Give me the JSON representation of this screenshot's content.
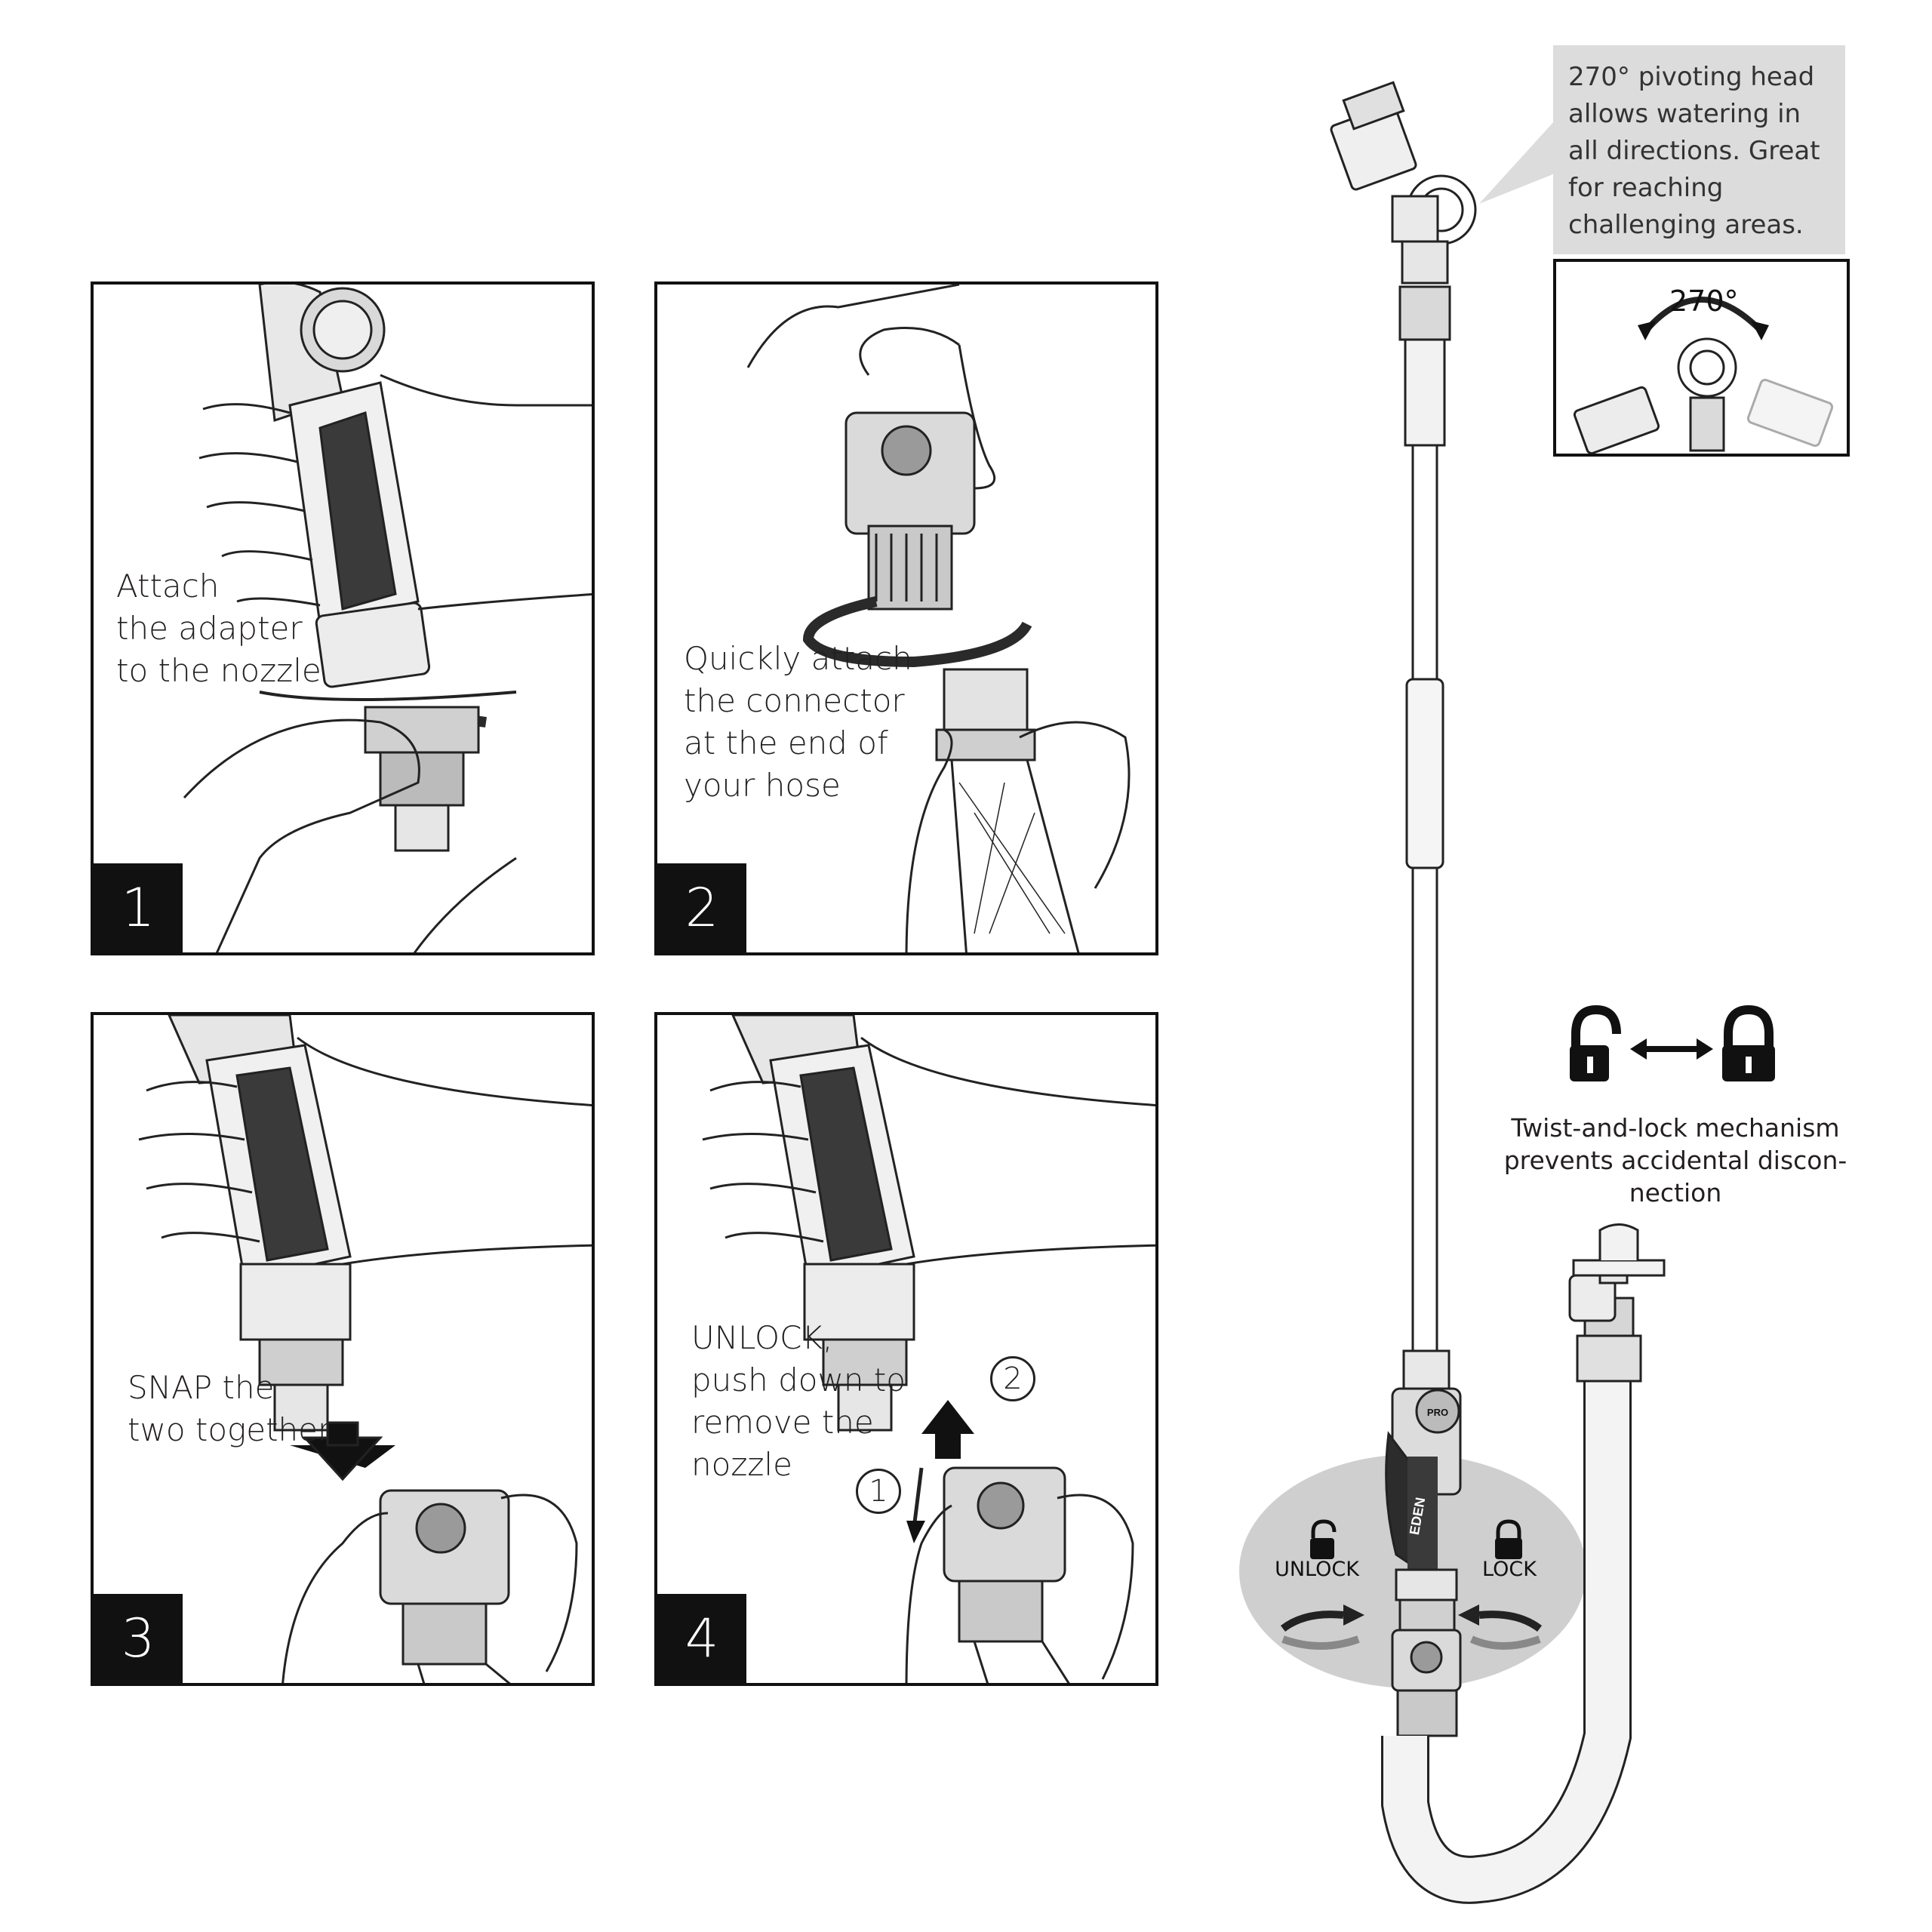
{
  "steps": [
    {
      "number": "1",
      "caption": "Attach\nthe adapter\nto the nozzle"
    },
    {
      "number": "2",
      "caption": "Quickly attach\nthe connector\nat the end of\nyour hose"
    },
    {
      "number": "3",
      "caption": "SNAP the\ntwo together"
    },
    {
      "number": "4",
      "caption": "UNLOCK,\npush down to\nremove the\nnozzle",
      "markers": [
        "1",
        "2"
      ]
    }
  ],
  "pivot_callout": {
    "text": "270° pivoting head allows watering in all directions. Great for reaching challenging areas.",
    "angle_label": "270°"
  },
  "lock_feature": {
    "caption": "Twist-and-lock mechanism\nprevents accidental discon-\nnection"
  },
  "rotation_labels": {
    "unlock": "UNLOCK",
    "lock": "LOCK"
  },
  "brand": {
    "nozzle_badge": "PRO",
    "wand_logo": "EDEN"
  },
  "colors": {
    "badge_background": "#111111",
    "callout_background": "#dcdcdc",
    "ellipse_fill": "#cfcfcf",
    "line": "#222222"
  }
}
